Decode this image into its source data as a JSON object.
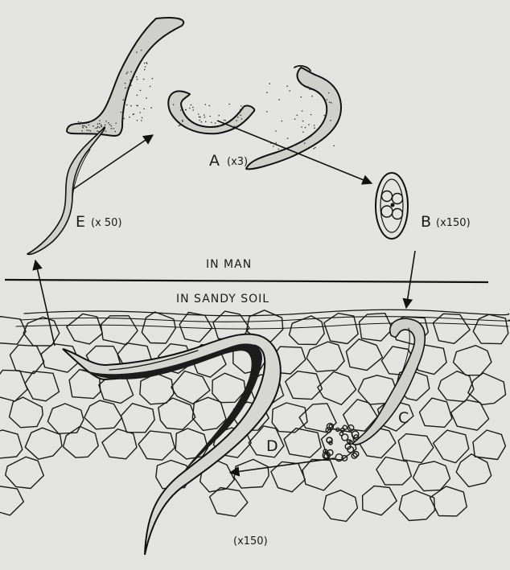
{
  "labels": {
    "a": "A",
    "a_mag": "(x3)",
    "b": "B",
    "b_mag": "(x150)",
    "c": "C",
    "d": "D",
    "e": "E",
    "e_mag": "(x 50)",
    "in_man": "IN MAN",
    "in_soil": "IN SANDY SOIL",
    "bottom_mag": "(x150)"
  },
  "colors": {
    "paper": "#e3e3e1",
    "ink": "#111111",
    "worm_fill": "#cfcfcb"
  }
}
